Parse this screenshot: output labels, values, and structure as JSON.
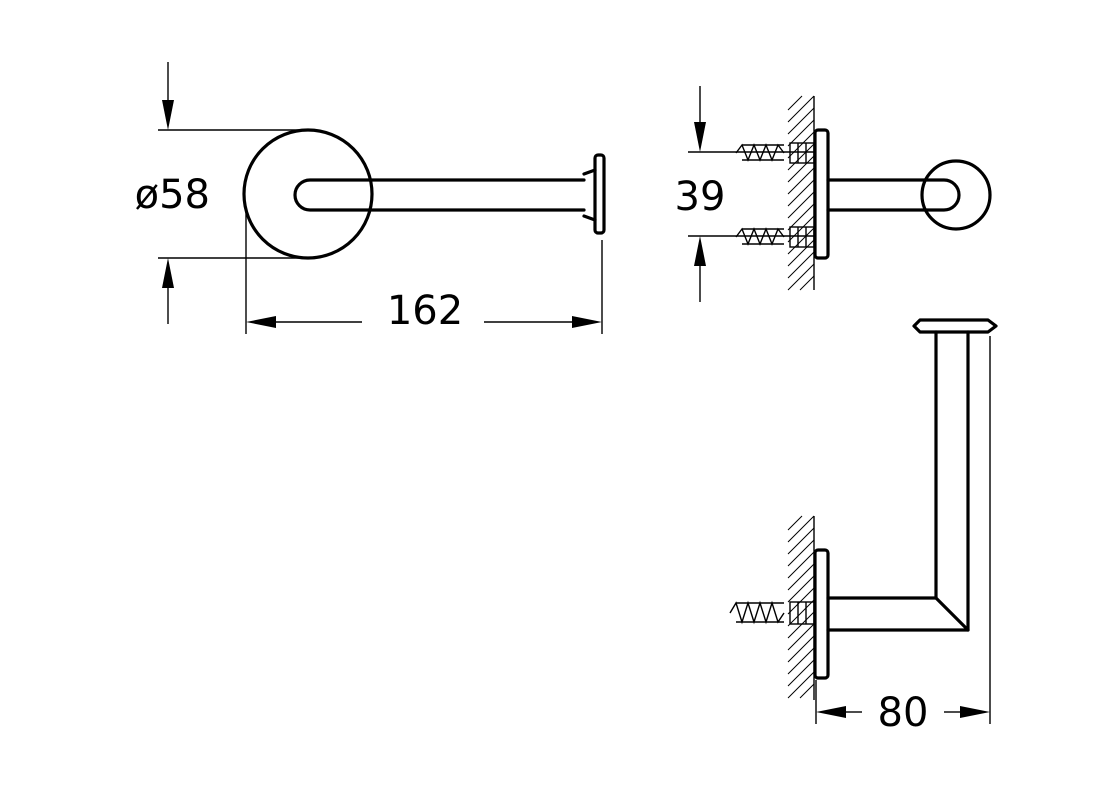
{
  "dimensions": {
    "diameter": "ø58",
    "length": "162",
    "plate_spacing": "39",
    "projection": "80"
  },
  "colors": {
    "line": "#000000",
    "background": "#ffffff"
  }
}
